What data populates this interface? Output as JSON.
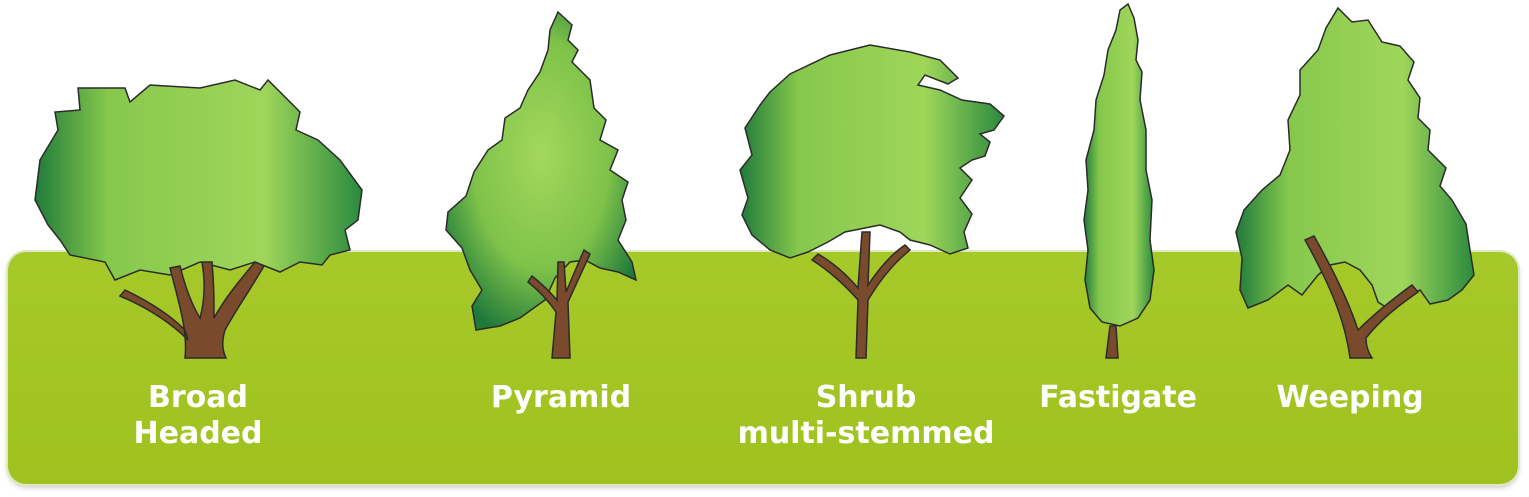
{
  "colors": {
    "ground": "#a4c624",
    "foliage_light": "#9fd65a",
    "foliage_dark": "#1f7a3a",
    "trunk": "#7a4a2c",
    "label_text": "#ffffff"
  },
  "trees": [
    {
      "id": "broad-headed",
      "icon": "broad-headed-tree-icon",
      "label_lines": [
        "Broad",
        "Headed"
      ]
    },
    {
      "id": "pyramid",
      "icon": "pyramid-tree-icon",
      "label_lines": [
        "Pyramid"
      ]
    },
    {
      "id": "shrub",
      "icon": "shrub-multi-stemmed-tree-icon",
      "label_lines": [
        "Shrub",
        "multi-stemmed"
      ]
    },
    {
      "id": "fastigate",
      "icon": "fastigate-tree-icon",
      "label_lines": [
        "Fastigate"
      ]
    },
    {
      "id": "weeping",
      "icon": "weeping-tree-icon",
      "label_lines": [
        "Weeping"
      ]
    }
  ]
}
